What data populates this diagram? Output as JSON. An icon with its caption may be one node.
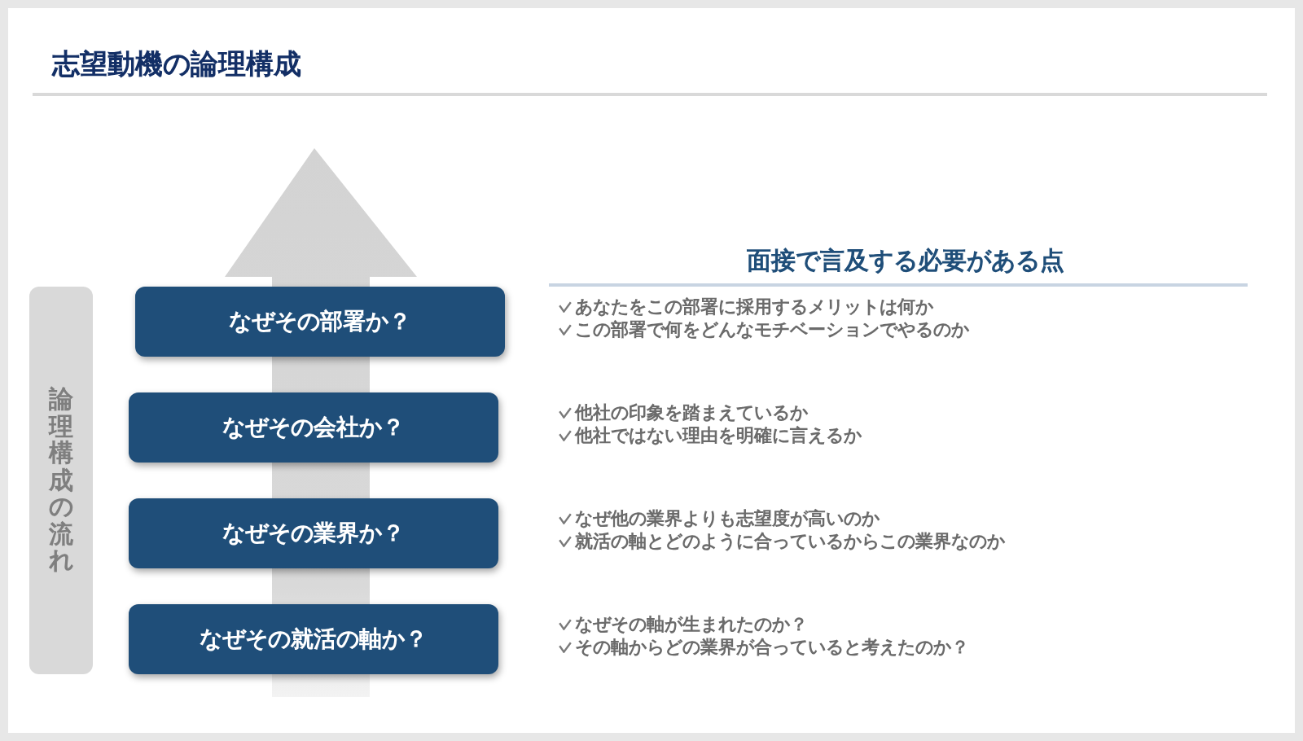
{
  "diagram": {
    "title": "志望動機の論理構成",
    "nodes": [
      {
        "text": [
          "論理構成の流れ"
        ]
      },
      {
        "text": [
          "なぜその部署か？"
        ],
        "beside": [
          "あなたをこの部署に採用するメリットは何か",
          "この部署で何をどんなモチベーションでやるのか"
        ]
      },
      {
        "text": [
          "なぜその会社か？"
        ],
        "beside": [
          "他社の印象を踏まえているか",
          "他社ではない理由を明確に言えるか"
        ]
      },
      {
        "text": [
          "なぜその業界か？"
        ],
        "beside": [
          "なぜ他の業界よりも志望度が高いのか",
          "就活の軸とどのように合っているからこの業界なのか"
        ]
      },
      {
        "text": [
          "なぜその就活の軸か？"
        ],
        "beside": [
          "なぜその軸が生まれたのか？",
          "その軸からどの業界が合っていると考えたのか？"
        ]
      }
    ],
    "labels": [
      "面接で言及する必要がある点"
    ]
  }
}
